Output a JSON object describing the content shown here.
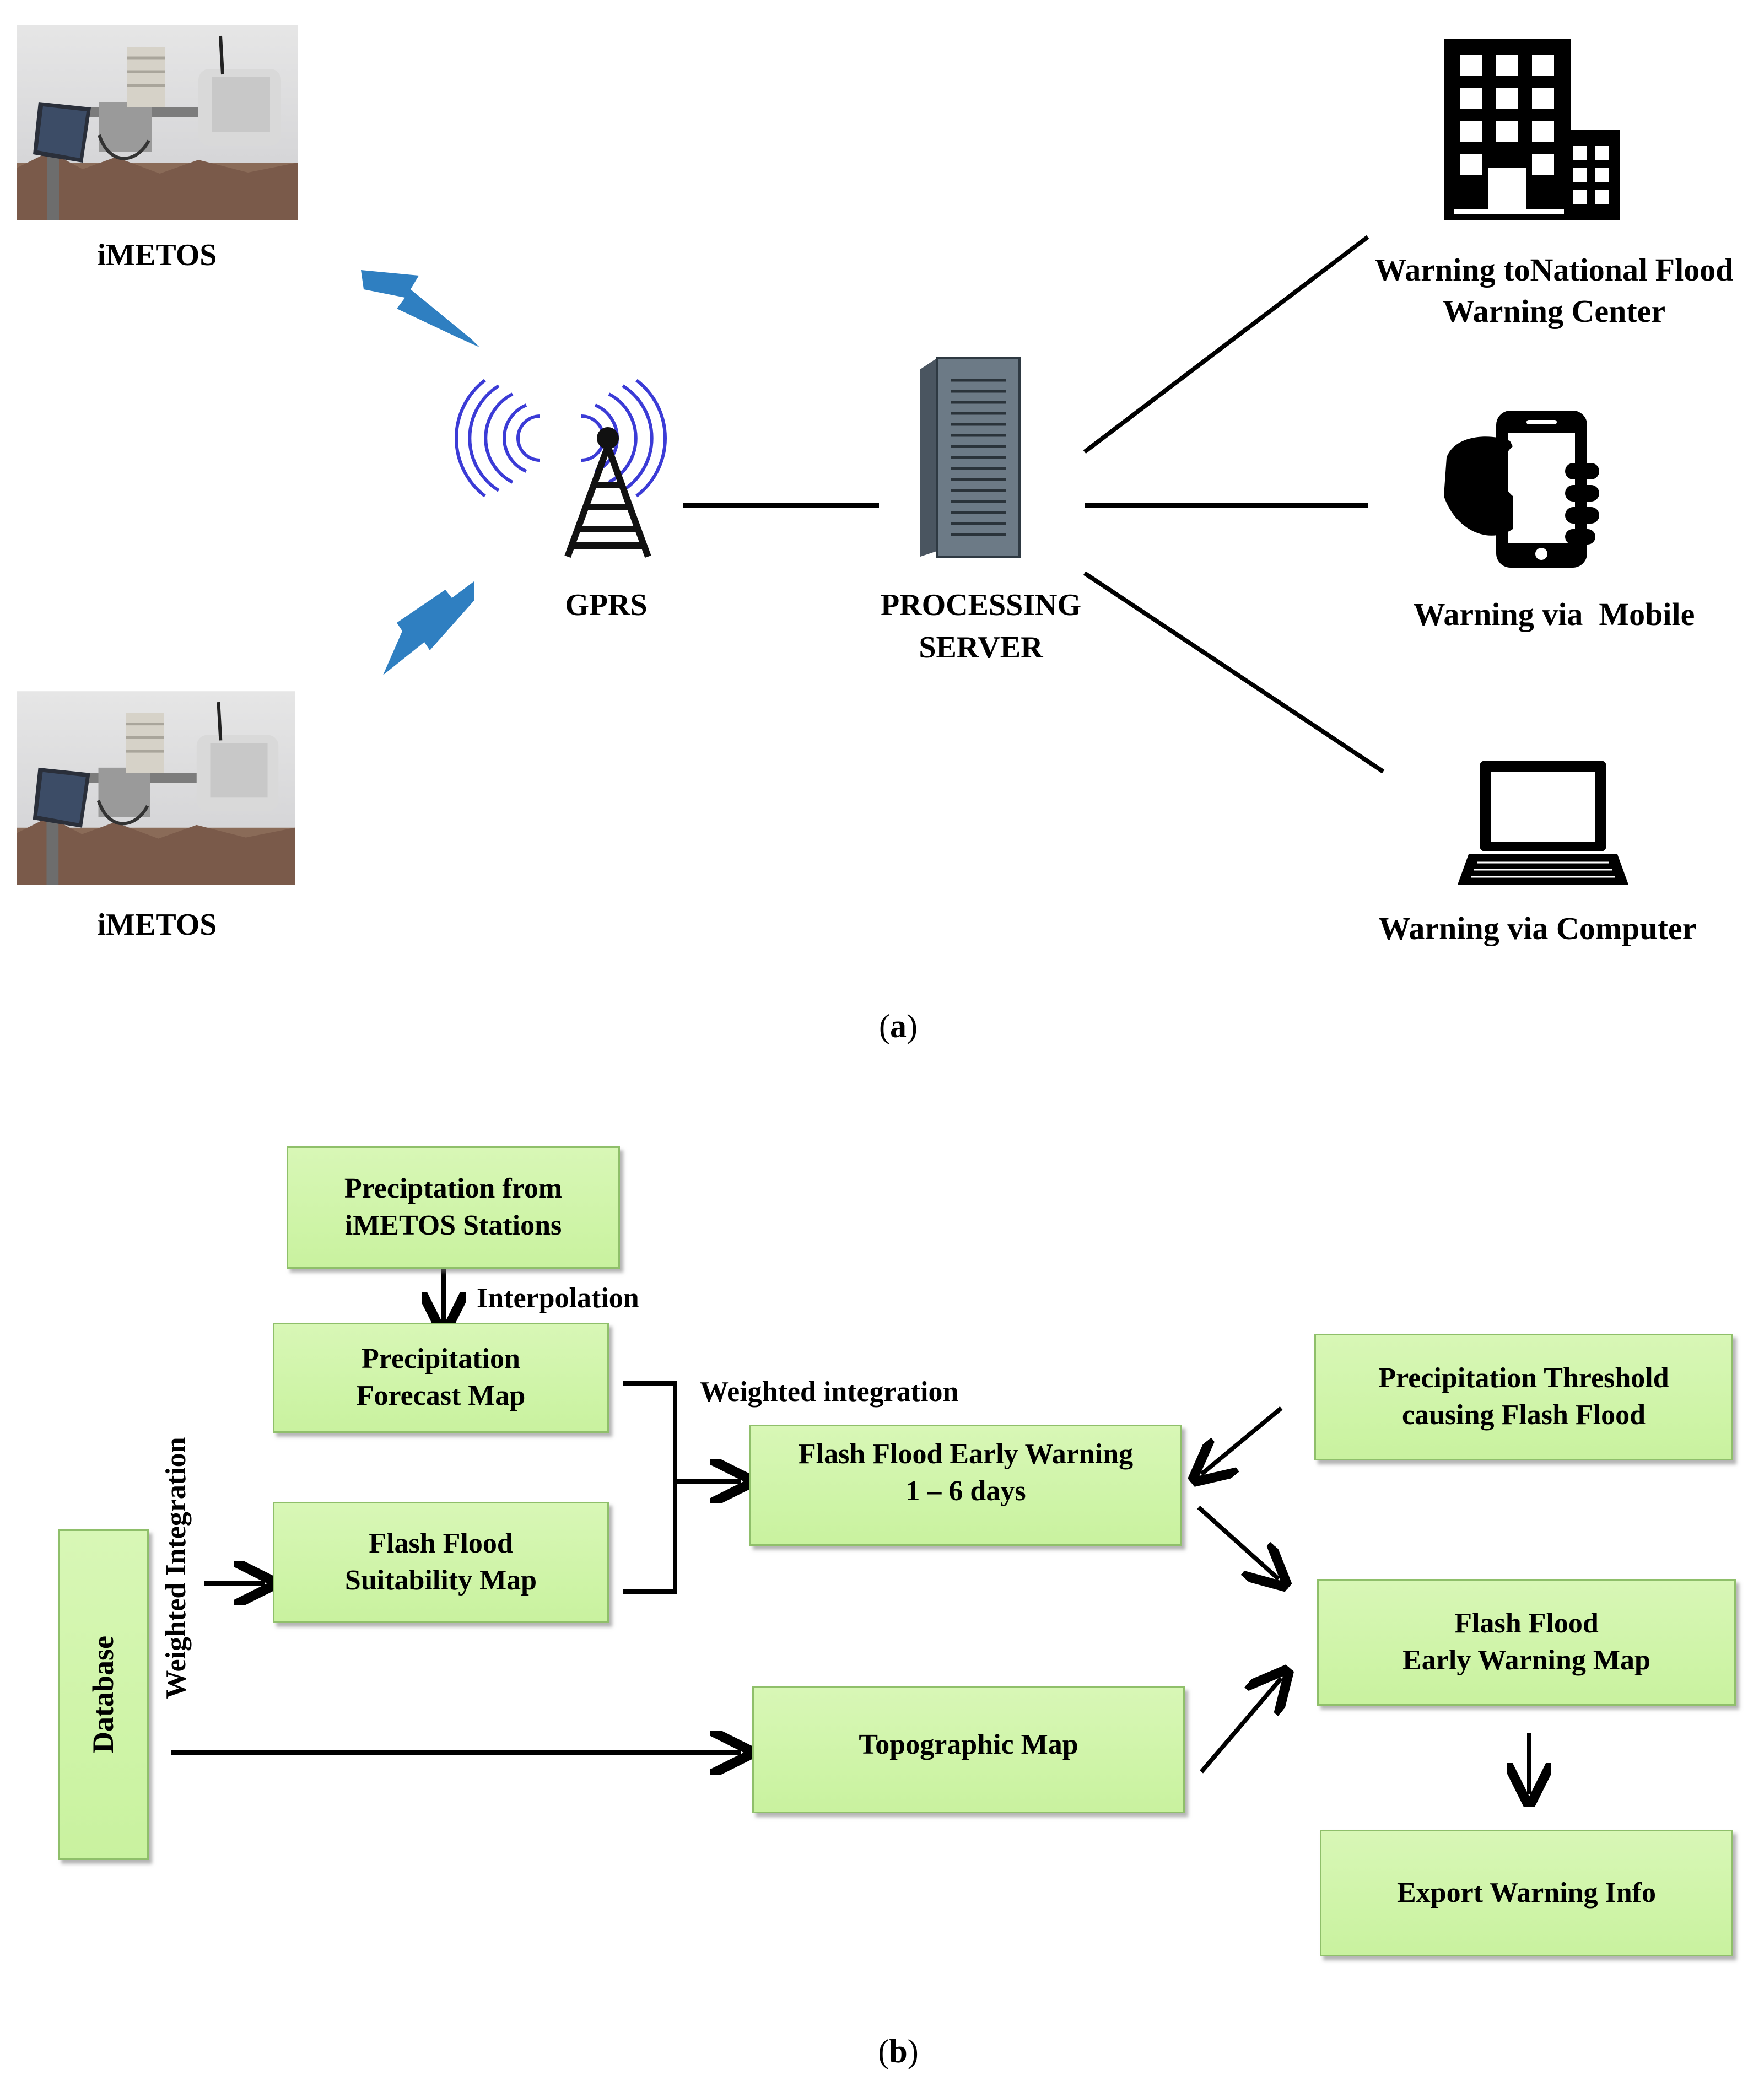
{
  "panel_a": {
    "station_top": {
      "label": "iMETOS"
    },
    "station_bottom": {
      "label": "iMETOS"
    },
    "gprs": {
      "label": "GPRS"
    },
    "server": {
      "label_line1": "PROCESSING",
      "label_line2": "SERVER"
    },
    "outputs": [
      {
        "label_line1": "Warning toNational Flood",
        "label_line2": "Warning Center",
        "icon": "building-icon"
      },
      {
        "label_line1": "Warning via  Mobile",
        "label_line2": "",
        "icon": "mobile-icon"
      },
      {
        "label_line1": "Warning via Computer",
        "label_line2": "",
        "icon": "laptop-icon"
      }
    ],
    "caption": "a"
  },
  "panel_b": {
    "boxes": {
      "precip_stations": "Preciptation from\niMETOS Stations",
      "precip_forecast": "Precipitation\nForecast Map",
      "suitability": "Flash Flood\nSuitability Map",
      "early_warning": "Flash Flood Early Warning\n1 – 6 days",
      "threshold": "Precipitation Threshold\ncausing Flash Flood",
      "ew_map": "Flash Flood\nEarly Warning Map",
      "topographic": "Topographic Map",
      "database": "Database",
      "export": "Export Warning Info"
    },
    "edge_labels": {
      "interpolation": "Interpolation",
      "weighted_integration": "Weighted integration",
      "weighted_integration_vertical": "Weighted Integration"
    },
    "caption": "b"
  },
  "colors": {
    "box_fill": "#ccf3a6",
    "box_border": "#8fbf6a",
    "lightning": "#2f7fc1",
    "signal_waves": "#3b3bd6"
  }
}
